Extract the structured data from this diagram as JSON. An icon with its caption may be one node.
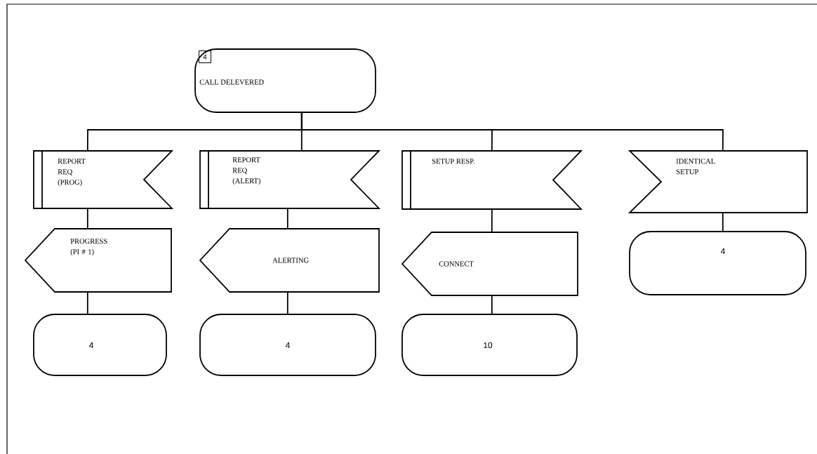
{
  "diagram": {
    "nodes": [
      {
        "text": [
          "4",
          "CALL DELEVERED"
        ]
      },
      {
        "text": [
          "REPORT REQ (PROG)"
        ]
      },
      {
        "text": [
          "REPORT REQ (ALERT)"
        ]
      },
      {
        "text": [
          "SETUP RESP."
        ]
      },
      {
        "text": [
          "IDENTICAL SETUP"
        ]
      },
      {
        "text": [
          "PROGRESS (PI # 1)"
        ]
      },
      {
        "text": [
          "ALERTING"
        ]
      },
      {
        "text": [
          "CONNECT"
        ]
      },
      {
        "text": [
          "4"
        ]
      },
      {
        "text": [
          "4"
        ]
      },
      {
        "text": [
          "4"
        ]
      },
      {
        "text": [
          "10"
        ]
      }
    ],
    "edges": [
      {
        "from": 0,
        "to": 1,
        "arrow": "none"
      },
      {
        "from": 0,
        "to": 2,
        "arrow": "none"
      },
      {
        "from": 0,
        "to": 3,
        "arrow": "none"
      },
      {
        "from": 0,
        "to": 4,
        "arrow": "none"
      },
      {
        "from": 1,
        "to": 5,
        "arrow": "none"
      },
      {
        "from": 5,
        "to": 9,
        "arrow": "none"
      },
      {
        "from": 2,
        "to": 6,
        "arrow": "none"
      },
      {
        "from": 6,
        "to": 10,
        "arrow": "none"
      },
      {
        "from": 3,
        "to": 7,
        "arrow": "none"
      },
      {
        "from": 7,
        "to": 11,
        "arrow": "none"
      },
      {
        "from": 4,
        "to": 8,
        "arrow": "none"
      }
    ]
  }
}
